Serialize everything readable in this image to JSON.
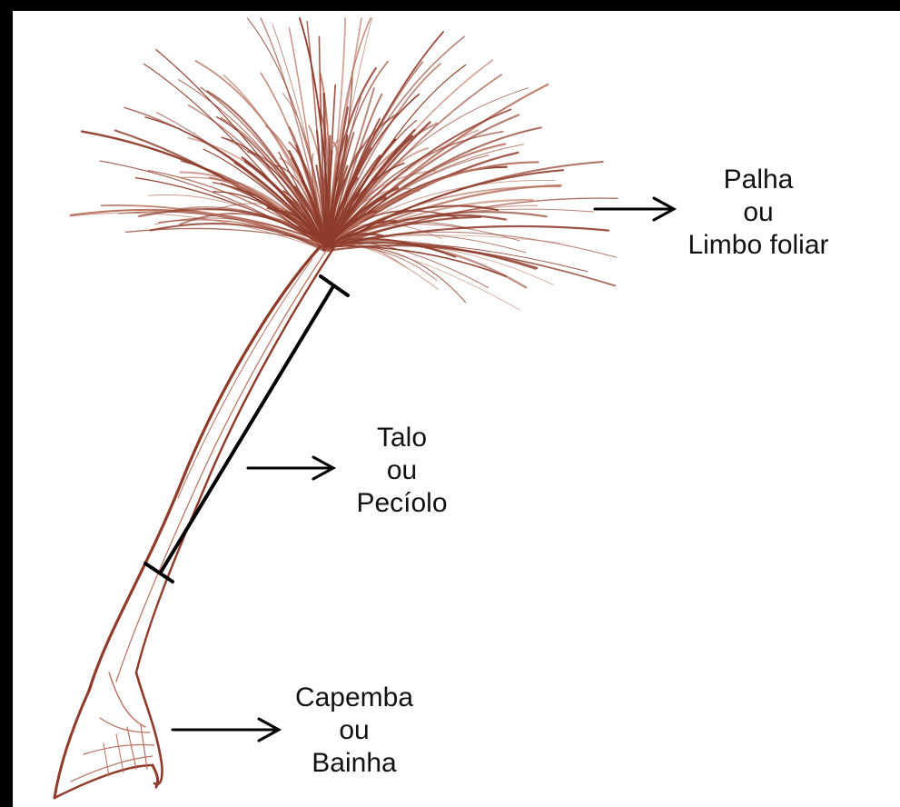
{
  "colors": {
    "frond": "#8e3b2a",
    "frond_light": "#b8705e",
    "ink": "#000000",
    "text": "#111111"
  },
  "labels": {
    "palha": {
      "line1": "Palha",
      "line2": "ou",
      "line3": "Limbo foliar"
    },
    "talo": {
      "line1": "Talo",
      "line2": "ou",
      "line3": "Pecíolo"
    },
    "capemba": {
      "line1": "Capemba",
      "line2": "ou",
      "line3": "Bainha"
    }
  },
  "icons": [
    "arrow-right-icon",
    "dimension-bracket-icon"
  ]
}
